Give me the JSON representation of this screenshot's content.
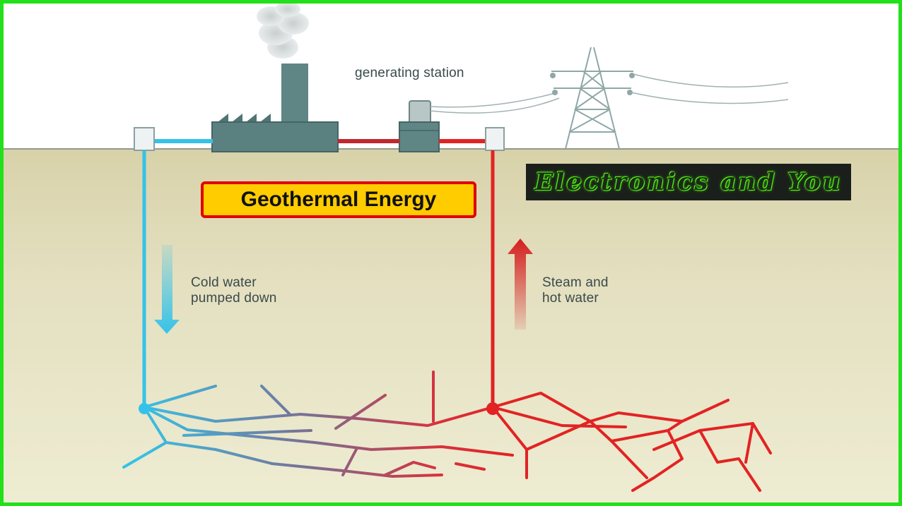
{
  "title": "Geothermal Energy",
  "labels": {
    "generating_station": "generating station",
    "cold_water": "Cold water\npumped down",
    "steam_hot_water": "Steam and\nhot water"
  },
  "logo": {
    "text": "Electronics and You"
  },
  "icons": [
    "factory-icon",
    "smokestack-icon",
    "turbine-icon",
    "transmission-tower-icon",
    "wellhead-icon",
    "down-arrow-icon",
    "up-arrow-icon"
  ],
  "colors": {
    "frame": "#22e01a",
    "sky": "#ffffff",
    "ground": "#ddd7b2",
    "cold_pipe": "#35c2e8",
    "hot_pipe": "#e22323",
    "title_fill": "#ffcc00",
    "title_border": "#e00000",
    "logo_glow": "#5cff1a"
  }
}
